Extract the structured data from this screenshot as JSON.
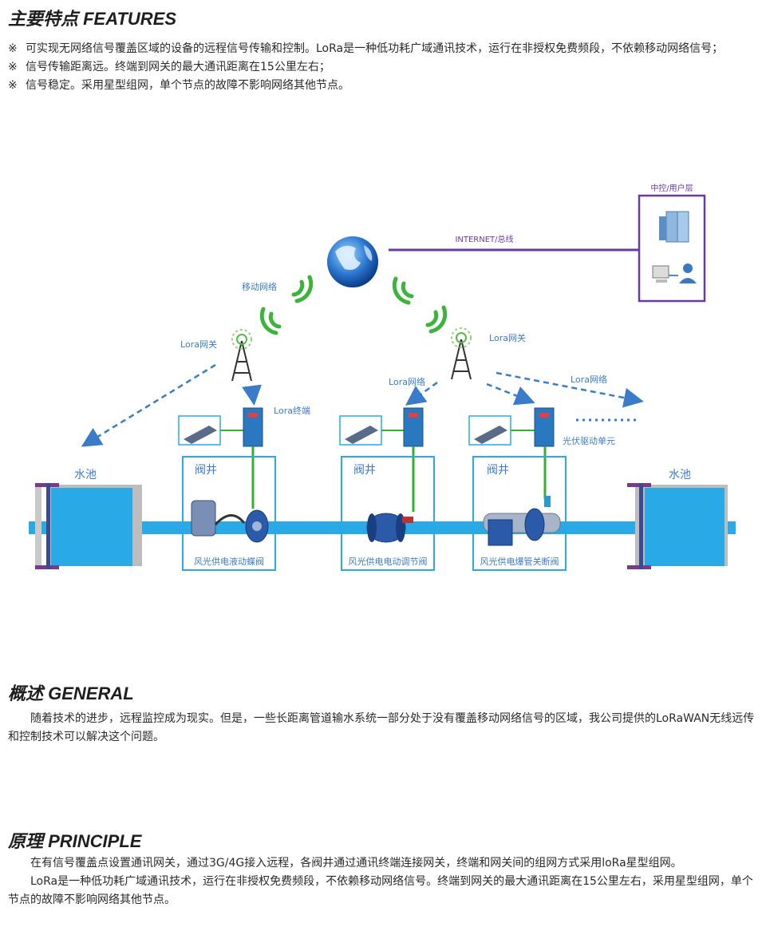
{
  "features": {
    "heading": "主要特点 FEATURES",
    "bullet_mark": "※",
    "items": [
      "可实现无网络信号覆盖区域的设备的远程信号传输和控制。LoRa是一种低功耗广域通讯技术，运行在非授权免费频段，不依赖移动网络信号；",
      "信号传输距离远。终端到网关的最大通讯距离在15公里左右；",
      "信号稳定。采用星型组网，单个节点的故障不影响网络其他节点。"
    ]
  },
  "diagram": {
    "user_layer": "中控/用户层",
    "internet": "INTERNET/总线",
    "mobile_network": "移动网络",
    "gateway_left": "Lora网关",
    "gateway_right": "Lora网关",
    "terminal": "Lora终端",
    "lora_net_1": "Lora网络",
    "lora_net_2": "Lora网络",
    "pv_unit": "光伏驱动单元",
    "pool_left": "水池",
    "pool_right": "水池",
    "well_1": "阀井",
    "well_2": "阀井",
    "well_3": "阀井",
    "valve_1": "风光供电液动蝶阀",
    "valve_2": "风光供电电动调节阀",
    "valve_3": "风光供电爆管关断阀",
    "colors": {
      "water": "#29a9e6",
      "purple": "#6a3aa0",
      "wire": "#35b035",
      "arrow": "#3a7cc9"
    }
  },
  "general": {
    "heading": "概述 GENERAL",
    "text": "随着技术的进步，远程监控成为现实。但是，一些长距离管道输水系统一部分处于没有覆盖移动网络信号的区域，我公司提供的LoRaWAN无线远传和控制技术可以解决这个问题。"
  },
  "principle": {
    "heading": "原理 PRINCIPLE",
    "p1": "在有信号覆盖点设置通讯网关，通过3G/4G接入远程，各阀井通过通讯终端连接网关，终端和网关间的组网方式采用loRa星型组网。",
    "p2": "LoRa是一种低功耗广域通讯技术，运行在非授权免费频段，不依赖移动网络信号。终端到网关的最大通讯距离在15公里左右，采用星型组网，单个节点的故障不影响网络其他节点。"
  }
}
